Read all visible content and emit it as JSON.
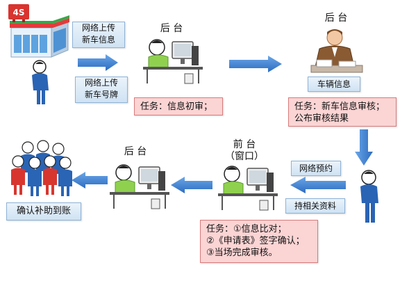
{
  "store": {
    "badge": "4S"
  },
  "steps": {
    "upload_info": "网络上传\n新车信息",
    "upload_plate": "网络上传\n新车号牌",
    "backoffice_1": "后 台",
    "backoffice_2": "后 台",
    "backoffice_3": "后 台",
    "front_desk": "前 台\n（窗口）",
    "vehicle_info": "车辆信息",
    "task_initial": "任务：信息初审；",
    "task_review": "任务：新车信息审核；\n公布审核结果",
    "online_booking": "网络预约",
    "bring_docs": "持相关资料",
    "task_front": "任务：①信息比对；\n②《申请表》签字确认；\n③当场完成审核。",
    "confirm_subsidy": "确认补助到账"
  },
  "colors": {
    "arrow": "#3b7ed0",
    "person_blue": "#2a64b4",
    "shirt_green": "#8fd14f",
    "red_box": "#fbd4d4",
    "blue_box": "#d8e8f6"
  }
}
